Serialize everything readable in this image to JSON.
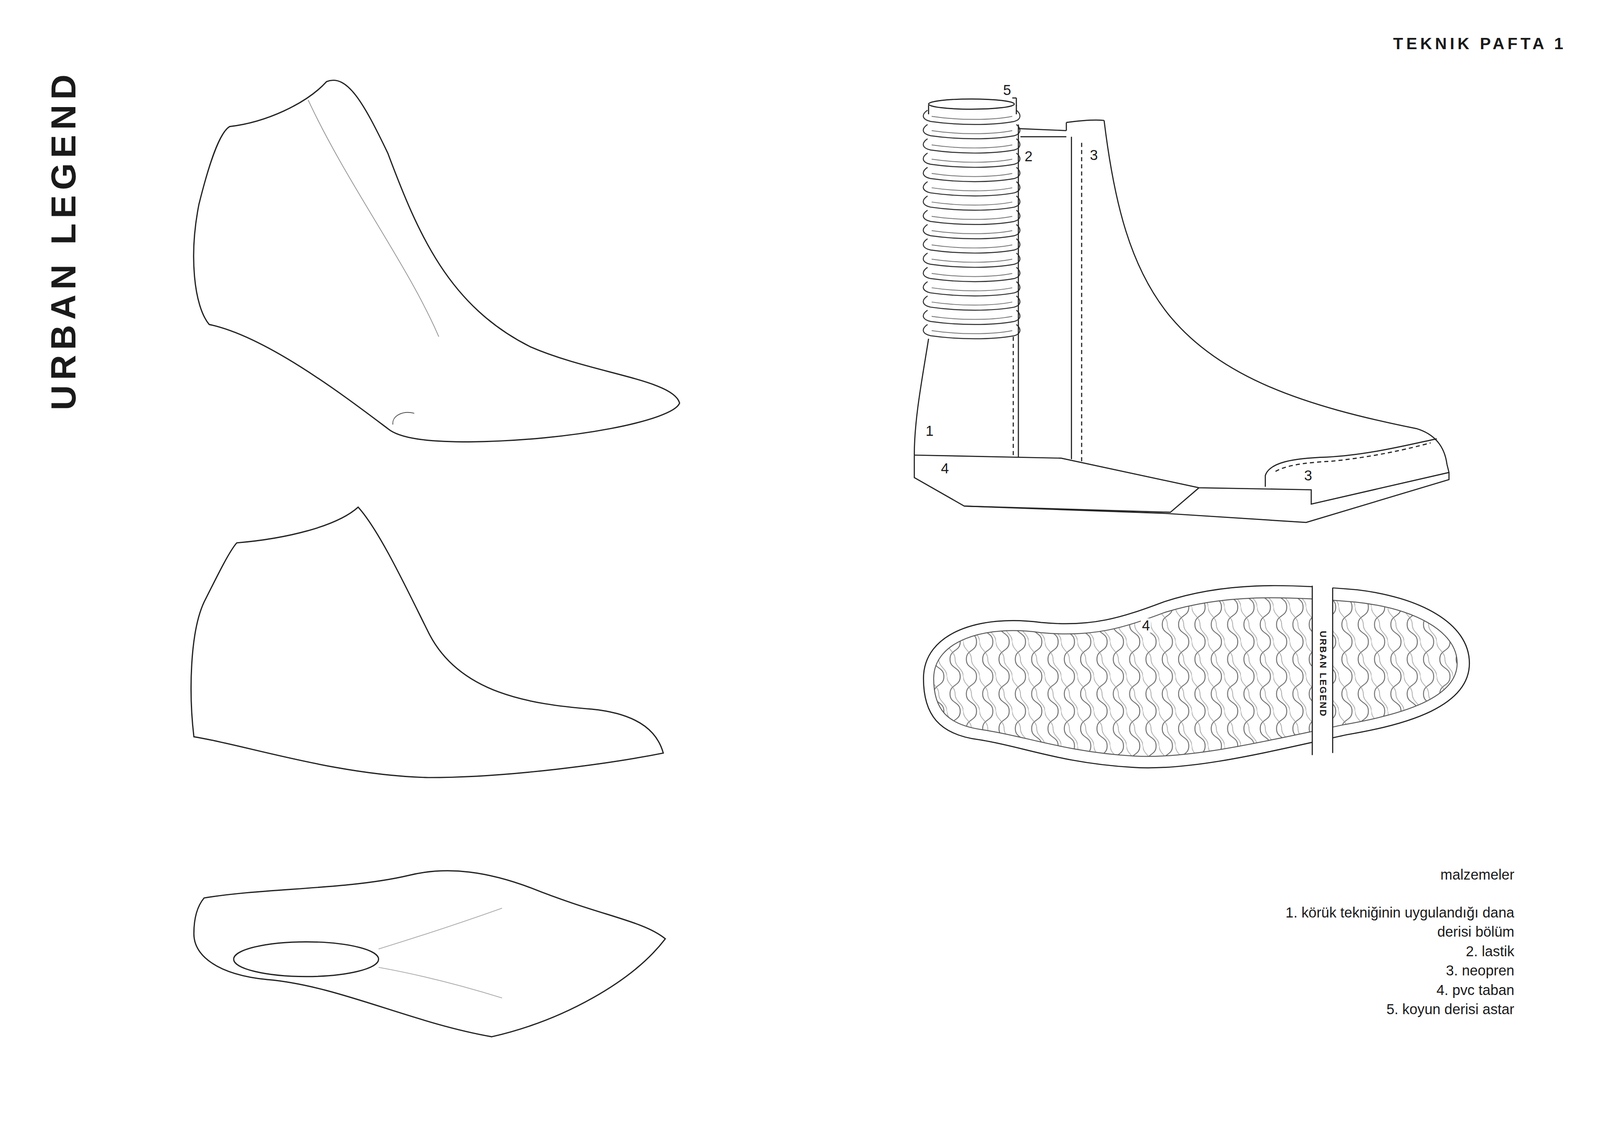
{
  "diagram": {
    "title": "URBAN LEGEND",
    "labels": [
      "TEKNIK PAFTA 1",
      "5",
      "2",
      "3",
      "1",
      "4",
      "3",
      "4",
      "URBAN LEGEND",
      "malzemeler",
      "1. körük tekniğinin uygulandığı dana derisi bölüm",
      "2. lastik",
      "3. neopren",
      "4. pvc taban",
      "5. koyun derisi astar"
    ]
  }
}
